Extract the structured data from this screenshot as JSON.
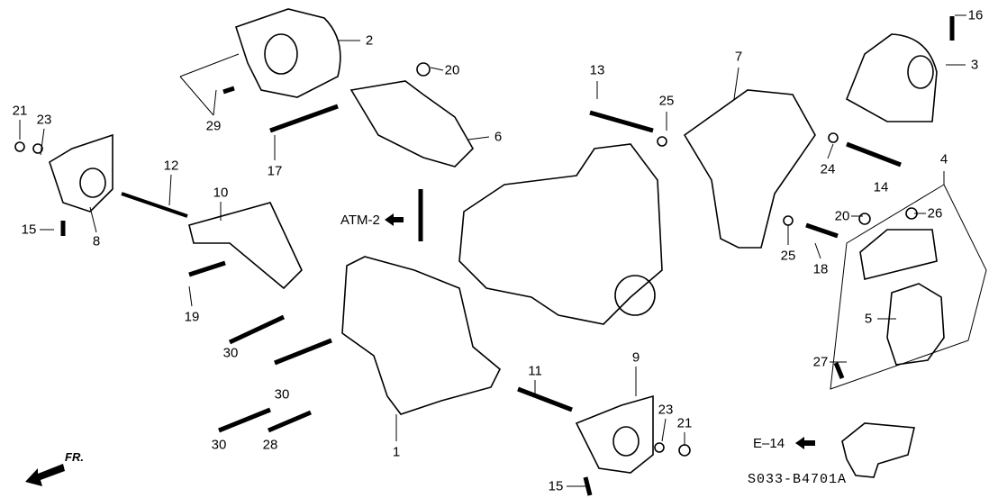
{
  "callouts": [
    "1",
    "2",
    "3",
    "4",
    "5",
    "6",
    "7",
    "8",
    "9",
    "10",
    "11",
    "12",
    "13",
    "14",
    "15",
    "15",
    "16",
    "17",
    "18",
    "19",
    "20",
    "20",
    "21",
    "21",
    "23",
    "23",
    "24",
    "25",
    "25",
    "26",
    "27",
    "28",
    "29",
    "30",
    "30",
    "30"
  ],
  "references": {
    "atm": "ATM-2",
    "e14": "E‒14"
  },
  "diagram_code": "S033-B4701A",
  "front_arrow": "FR.",
  "colors": {
    "line": "#000000",
    "background": "#ffffff"
  }
}
